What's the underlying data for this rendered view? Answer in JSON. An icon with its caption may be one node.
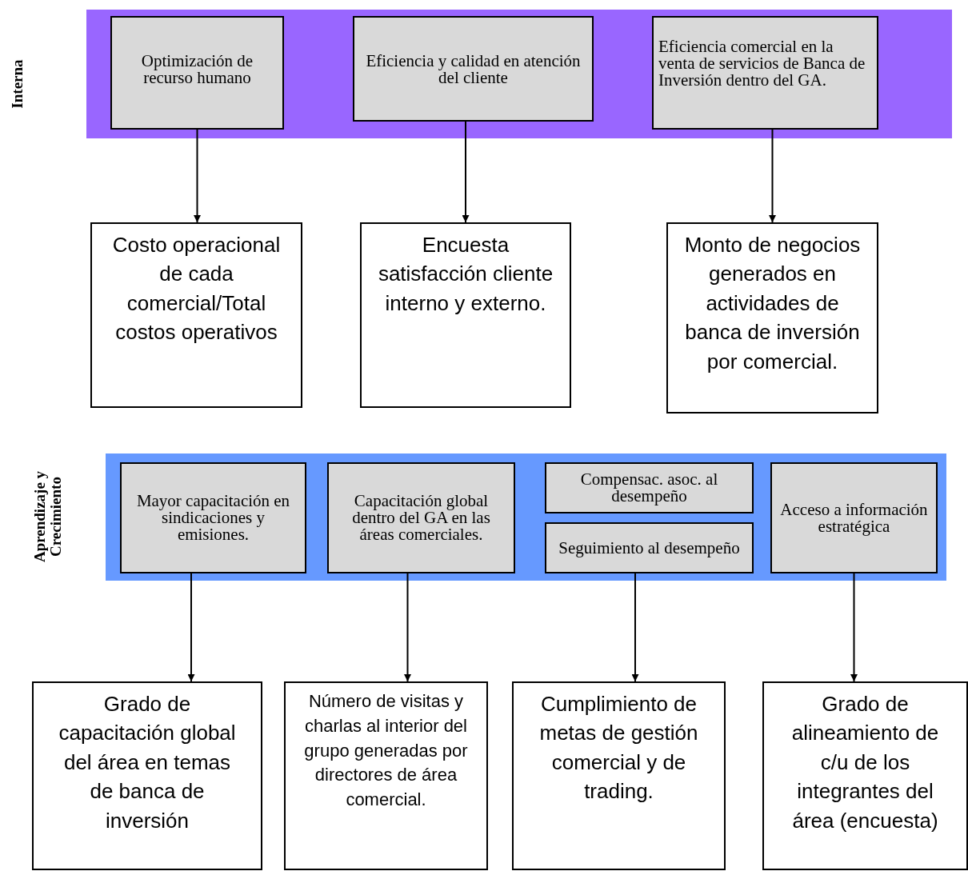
{
  "diagram": {
    "nodes": [
      {
        "text": [
          "Interna"
        ]
      },
      {
        "text": [
          "Optimización de recurso humano"
        ],
        "in": 0
      },
      {
        "text": [
          "Eficiencia y calidad en atención del cliente"
        ],
        "in": 0
      },
      {
        "text": [
          "Eficiencia comercial en la venta de servicios de Banca de Inversión dentro del GA."
        ],
        "in": 0
      },
      {
        "text": [
          "Costo operacional de cada comercial/Total costos operativos"
        ]
      },
      {
        "text": [
          "Encuesta satisfacción cliente interno y externo."
        ]
      },
      {
        "text": [
          "Monto de negocios generados en actividades de banca de inversión por comercial."
        ]
      },
      {
        "text": [
          "Aprendizaje y Crecimiento"
        ]
      },
      {
        "text": [
          "Mayor capacitación en sindicaciones y emisiones."
        ],
        "in": 7
      },
      {
        "text": [
          "Capacitación global dentro del GA en las áreas comerciales."
        ],
        "in": 7
      },
      {
        "text": [
          "Compensac. asoc. al desempeño"
        ],
        "in": 7
      },
      {
        "text": [
          "Seguimiento al desempeño"
        ],
        "in": 7
      },
      {
        "text": [
          "Acceso a información estratégica"
        ],
        "in": 7
      },
      {
        "text": [
          "Grado de capacitación global del área en temas de banca de inversión"
        ]
      },
      {
        "text": [
          "Número de visitas y charlas al interior del grupo generadas por directores de área comercial."
        ]
      },
      {
        "text": [
          "Cumplimiento de metas de gestión comercial y de trading."
        ]
      },
      {
        "text": [
          "Grado de alineamiento de c/u de los integrantes del área (encuesta)"
        ]
      }
    ],
    "edges": [
      {
        "from": 1,
        "to": 4,
        "arrow": "to"
      },
      {
        "from": 2,
        "to": 5,
        "arrow": "to"
      },
      {
        "from": 3,
        "to": 6,
        "arrow": "to"
      },
      {
        "from": 8,
        "to": 13,
        "arrow": "to"
      },
      {
        "from": 9,
        "to": 14,
        "arrow": "to"
      },
      {
        "from": 11,
        "to": 15,
        "arrow": "to"
      },
      {
        "from": 12,
        "to": 16,
        "arrow": "to"
      }
    ]
  }
}
